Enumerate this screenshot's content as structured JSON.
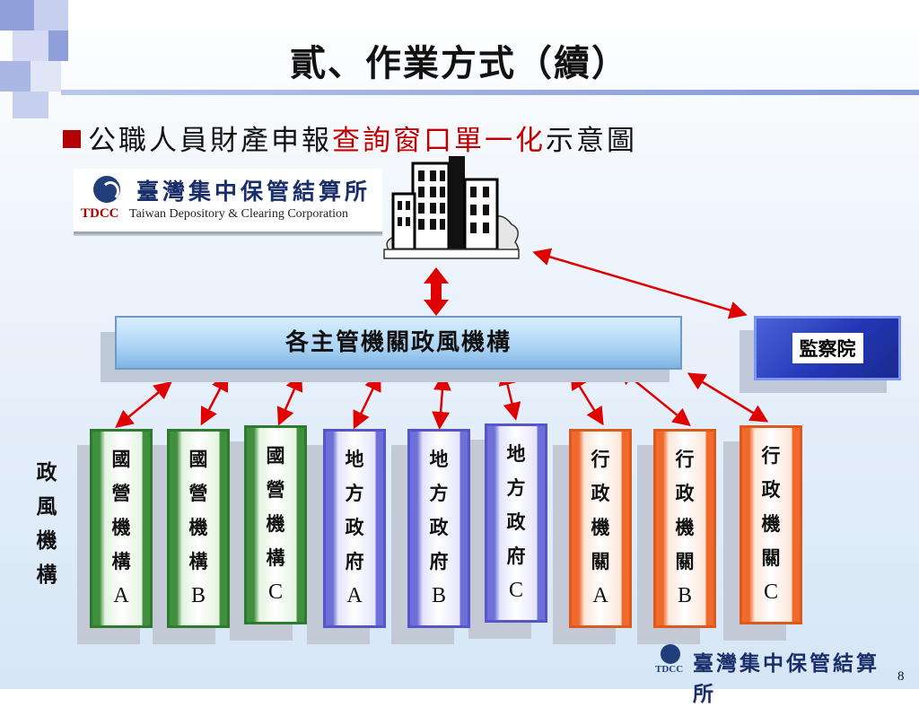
{
  "slide": {
    "title": "貳、作業方式（續）",
    "subtitle_prefix": "公職人員財產申報",
    "subtitle_highlight": "查詢窗口單一化",
    "subtitle_suffix": "示意圖",
    "page_number": "8"
  },
  "banner": {
    "chinese_name": "臺灣集中保管結算所",
    "abbr": "TDCC",
    "english_name": "Taiwan Depository & Clearing Corporation"
  },
  "main_bar": {
    "label": "各主管機關政風機構"
  },
  "audit": {
    "label": "監察院"
  },
  "side_label": {
    "chars": [
      "政",
      "風",
      "機",
      "構"
    ]
  },
  "agencies": [
    {
      "chars": [
        "國",
        "營",
        "機",
        "構"
      ],
      "letter": "A",
      "color": "#3f8f3f"
    },
    {
      "chars": [
        "國",
        "營",
        "機",
        "構"
      ],
      "letter": "B",
      "color": "#3f8f3f"
    },
    {
      "chars": [
        "國",
        "營",
        "機",
        "構"
      ],
      "letter": "C",
      "color": "#3f8f3f"
    },
    {
      "chars": [
        "地",
        "方",
        "政",
        "府"
      ],
      "letter": "A",
      "color": "#6f6fd8"
    },
    {
      "chars": [
        "地",
        "方",
        "政",
        "府"
      ],
      "letter": "B",
      "color": "#6f6fd8"
    },
    {
      "chars": [
        "地",
        "方",
        "政",
        "府"
      ],
      "letter": "C",
      "color": "#6f6fd8"
    },
    {
      "chars": [
        "行",
        "政",
        "機",
        "關"
      ],
      "letter": "A",
      "color": "#ef6a2c"
    },
    {
      "chars": [
        "行",
        "政",
        "機",
        "關"
      ],
      "letter": "B",
      "color": "#ef6a2c"
    },
    {
      "chars": [
        "行",
        "政",
        "機",
        "關"
      ],
      "letter": "C",
      "color": "#ef6a2c"
    }
  ],
  "footer": {
    "abbr": "TDCC",
    "chinese_name": "臺灣集中保管結算所"
  },
  "colors": {
    "arrow": "#e00000",
    "highlight": "#c00000",
    "bullet": "#b30000"
  }
}
